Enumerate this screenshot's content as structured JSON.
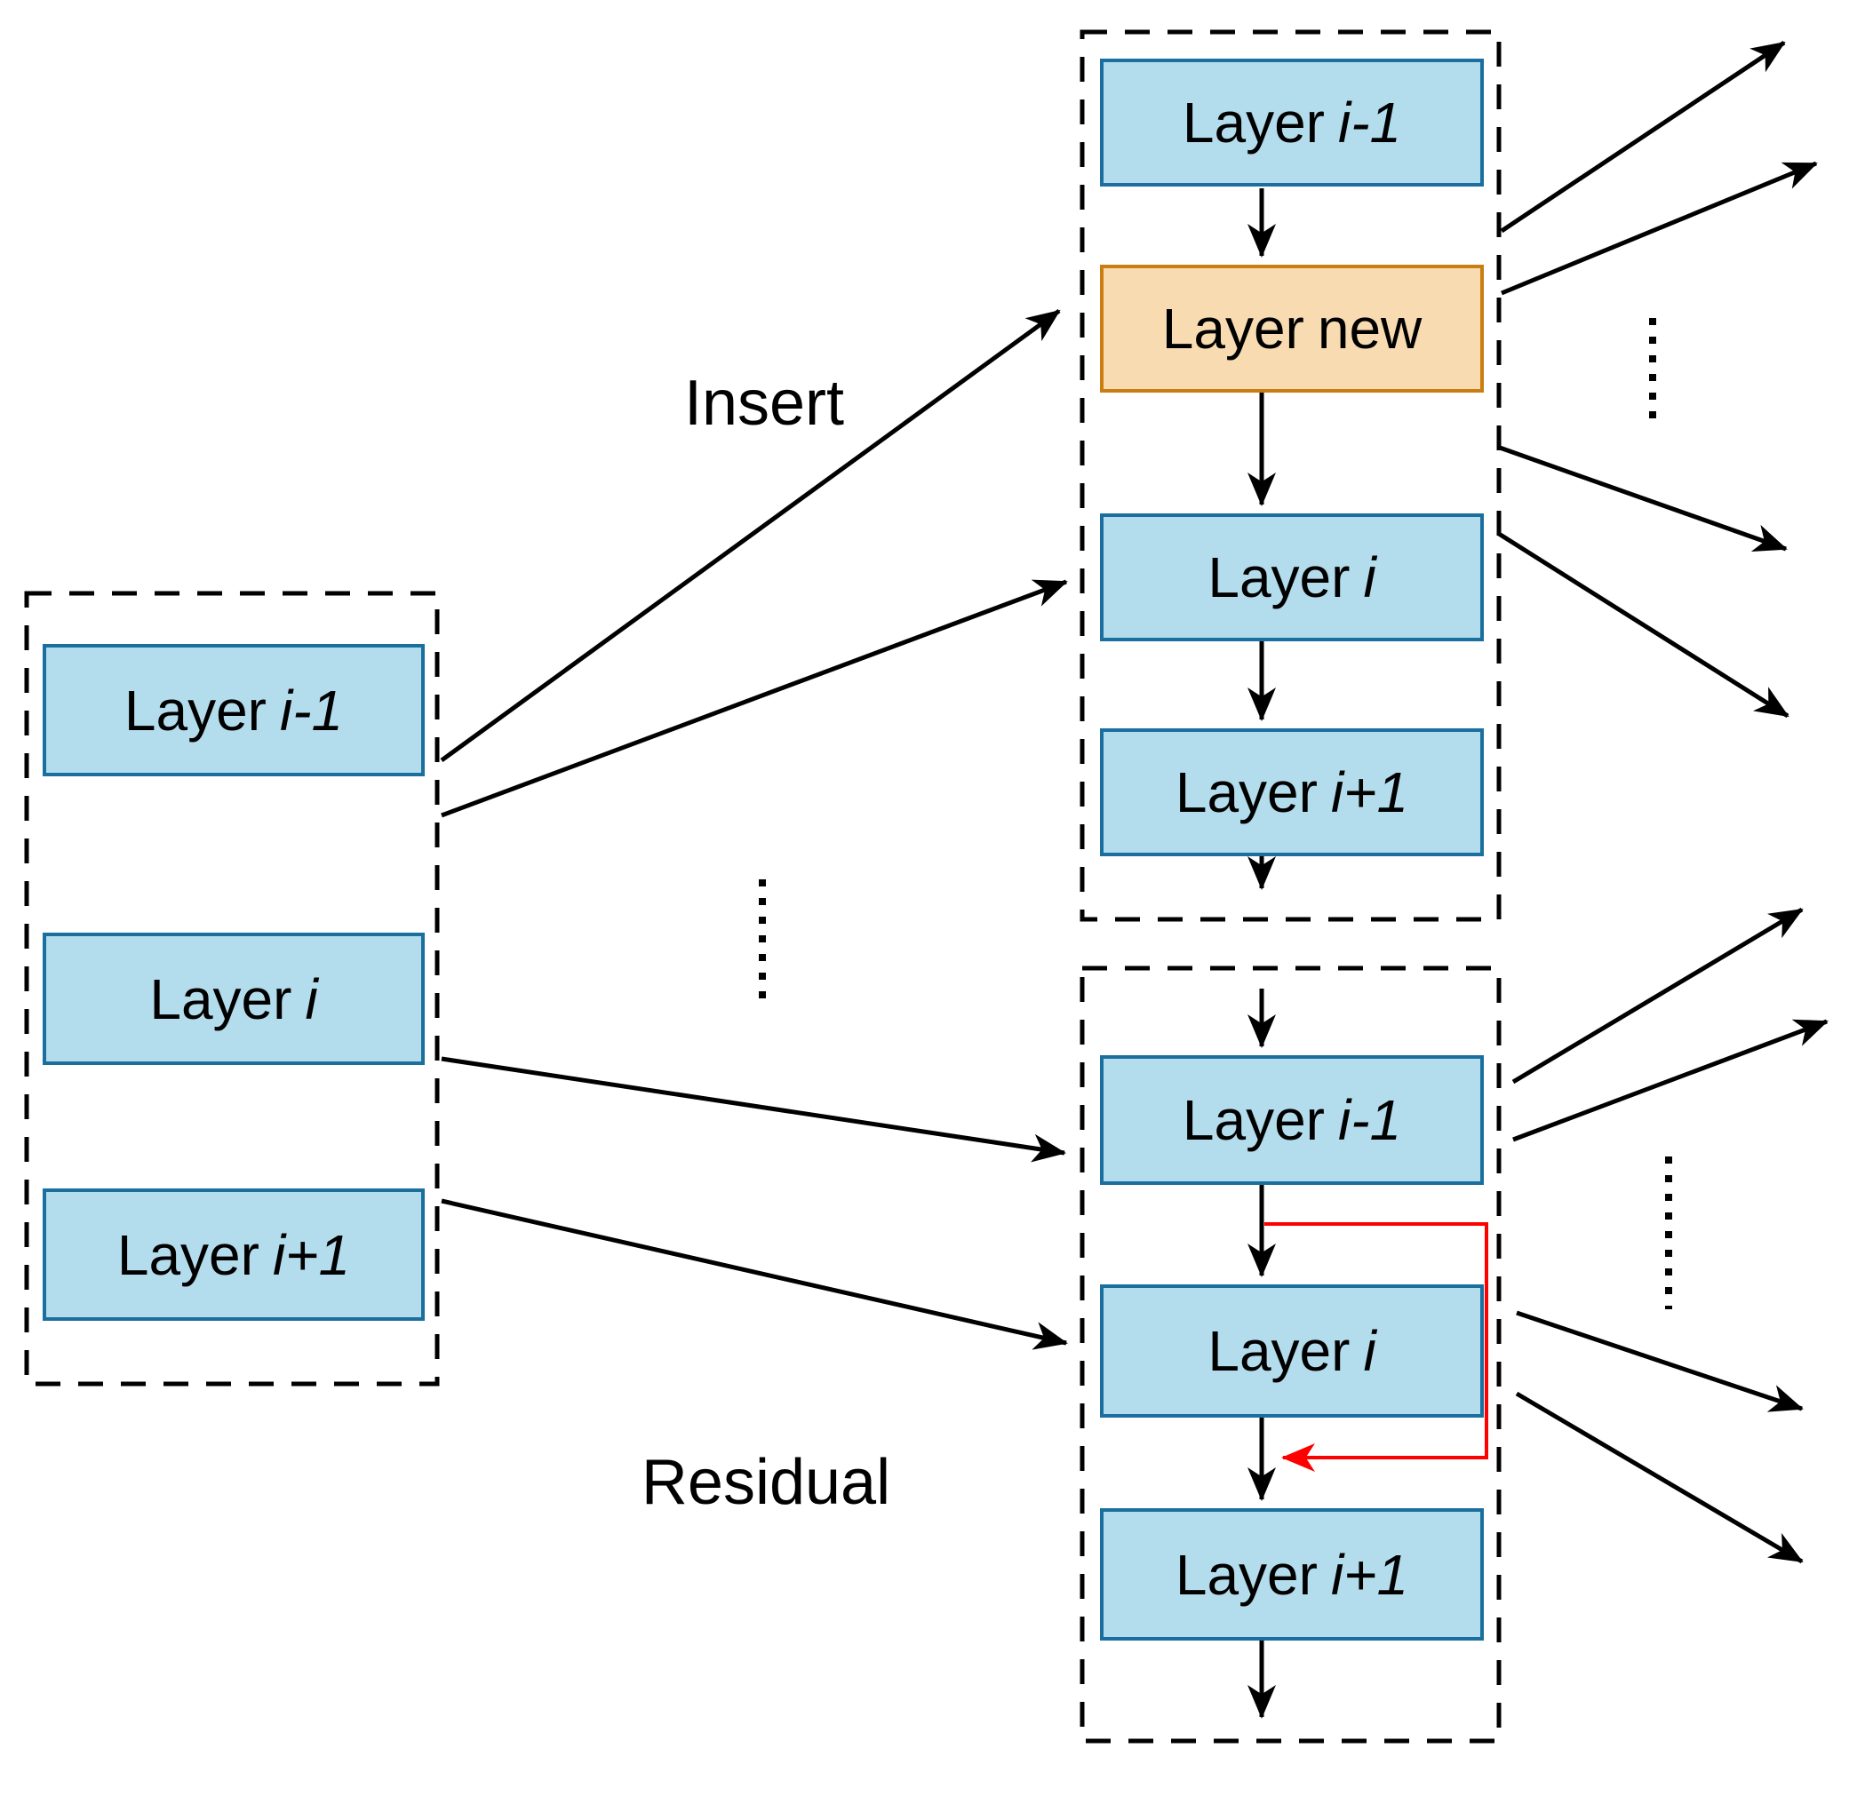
{
  "diagram": {
    "labels": {
      "insert": "Insert",
      "residual": "Residual"
    },
    "colors": {
      "layer_fill": "#b3dcec",
      "layer_border": "#1b6f9e",
      "new_fill": "#f8dbb0",
      "new_border": "#ca7d12",
      "residual": "#ff0000",
      "arrow": "#000000"
    },
    "original_network": {
      "layers": [
        {
          "prefix": "Layer",
          "suffix": "i-1"
        },
        {
          "prefix": "Layer",
          "suffix": "i"
        },
        {
          "prefix": "Layer",
          "suffix": "i+1"
        }
      ]
    },
    "insert_network": {
      "layers": [
        {
          "prefix": "Layer",
          "suffix": "i-1"
        },
        {
          "prefix": "Layer",
          "suffix": "new"
        },
        {
          "prefix": "Layer",
          "suffix": "i"
        },
        {
          "prefix": "Layer",
          "suffix": "i+1"
        }
      ]
    },
    "residual_network": {
      "layers": [
        {
          "prefix": "Layer",
          "suffix": "i-1"
        },
        {
          "prefix": "Layer",
          "suffix": "i"
        },
        {
          "prefix": "Layer",
          "suffix": "i+1"
        }
      ]
    }
  }
}
